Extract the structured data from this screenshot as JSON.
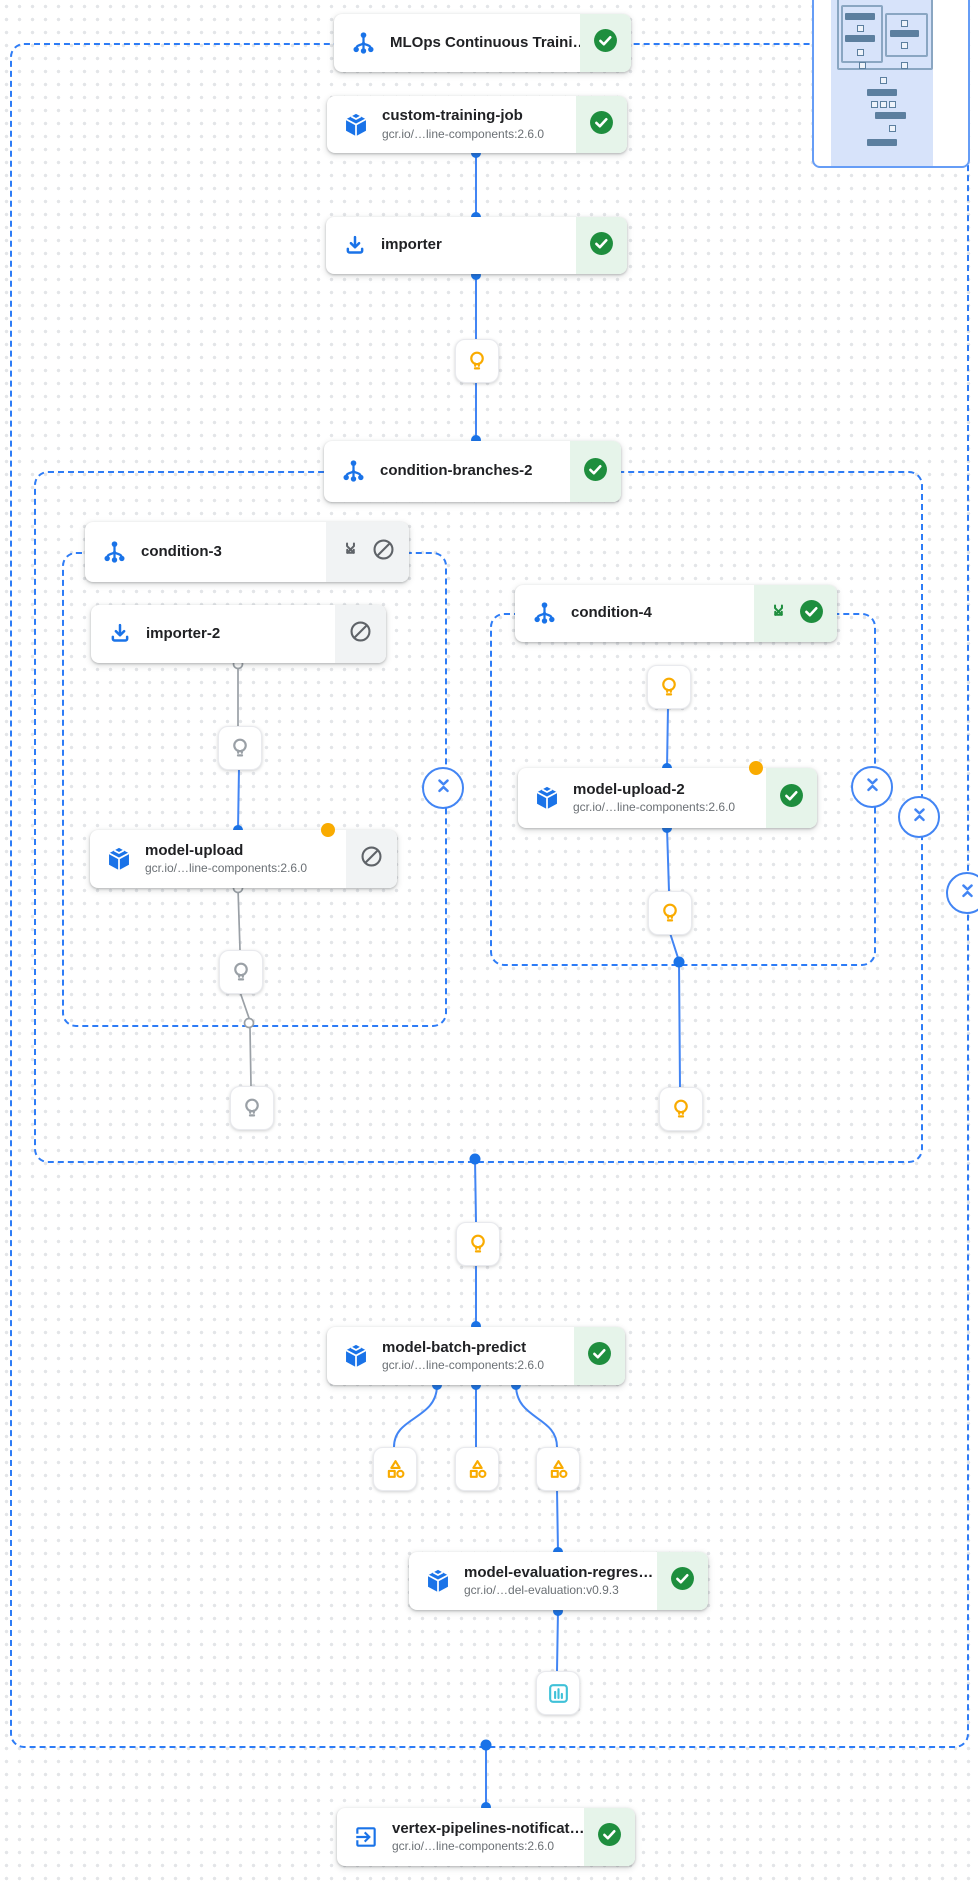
{
  "pipeline": {
    "nodes": [
      {
        "id": "mlops-root",
        "title": "MLOps Continuous Traini…",
        "status": "succeeded",
        "icon": "condition-tree-icon"
      },
      {
        "id": "custom-training-job",
        "title": "custom-training-job",
        "subtitle": "gcr.io/…line-components:2.6.0",
        "status": "succeeded",
        "icon": "cube-icon"
      },
      {
        "id": "importer",
        "title": "importer",
        "status": "succeeded",
        "icon": "download-icon"
      },
      {
        "id": "condition-branches-2",
        "title": "condition-branches-2",
        "status": "succeeded",
        "icon": "condition-tree-icon"
      },
      {
        "id": "condition-3",
        "title": "condition-3",
        "status": "skipped",
        "icon": "condition-tree-icon",
        "status_icons": [
          "fork-icon",
          "blocked-icon"
        ]
      },
      {
        "id": "importer-2",
        "title": "importer-2",
        "status": "skipped",
        "icon": "download-icon",
        "status_icons": [
          "blocked-icon"
        ]
      },
      {
        "id": "model-upload",
        "title": "model-upload",
        "subtitle": "gcr.io/…line-components:2.6.0",
        "status": "skipped",
        "icon": "cube-icon",
        "status_icons": [
          "blocked-icon"
        ],
        "badge": "orange-dot"
      },
      {
        "id": "condition-4",
        "title": "condition-4",
        "status": "succeeded",
        "icon": "condition-tree-icon",
        "status_icons": [
          "fork-icon",
          "check-icon"
        ]
      },
      {
        "id": "model-upload-2",
        "title": "model-upload-2",
        "subtitle": "gcr.io/…line-components:2.6.0",
        "status": "succeeded",
        "icon": "cube-icon",
        "badge": "orange-dot"
      },
      {
        "id": "model-batch-predict",
        "title": "model-batch-predict",
        "subtitle": "gcr.io/…line-components:2.6.0",
        "status": "succeeded",
        "icon": "cube-icon"
      },
      {
        "id": "model-evaluation-regression",
        "title": "model-evaluation-regres…",
        "subtitle": "gcr.io/…del-evaluation:v0.9.3",
        "status": "succeeded",
        "icon": "cube-icon"
      },
      {
        "id": "vertex-pipelines-notification",
        "title": "vertex-pipelines-notificat…",
        "subtitle": "gcr.io/…line-components:2.6.0",
        "status": "succeeded",
        "icon": "exit-to-app-icon"
      }
    ],
    "artifacts": [
      {
        "id": "artifact-1",
        "icon": "lightbulb-icon",
        "state": "executed",
        "color": "#f9ab00"
      },
      {
        "id": "artifact-2",
        "icon": "lightbulb-icon",
        "state": "skipped",
        "color": "#9aa0a6"
      },
      {
        "id": "artifact-3",
        "icon": "lightbulb-icon",
        "state": "skipped",
        "color": "#9aa0a6"
      },
      {
        "id": "artifact-4",
        "icon": "lightbulb-icon",
        "state": "skipped",
        "color": "#9aa0a6"
      },
      {
        "id": "artifact-5",
        "icon": "lightbulb-icon",
        "state": "executed",
        "color": "#f9ab00"
      },
      {
        "id": "artifact-6",
        "icon": "lightbulb-icon",
        "state": "executed",
        "color": "#f9ab00"
      },
      {
        "id": "artifact-7",
        "icon": "lightbulb-icon",
        "state": "executed",
        "color": "#f9ab00"
      },
      {
        "id": "artifact-8",
        "icon": "lightbulb-icon",
        "state": "executed",
        "color": "#f9ab00"
      },
      {
        "id": "metrics-artifact-1",
        "icon": "metrics-shapes-icon",
        "state": "executed",
        "color": "#f9ab00"
      },
      {
        "id": "metrics-artifact-2",
        "icon": "metrics-shapes-icon",
        "state": "executed",
        "color": "#f9ab00"
      },
      {
        "id": "metrics-artifact-3",
        "icon": "metrics-shapes-icon",
        "state": "executed",
        "color": "#f9ab00"
      },
      {
        "id": "visualization-artifact",
        "icon": "bar-chart-icon",
        "state": "executed",
        "color": "#3fc1d8"
      }
    ],
    "groups": [
      "mlops-root-boundary",
      "condition-branches-2-boundary",
      "condition-3-boundary",
      "condition-4-boundary"
    ],
    "collapse_buttons": 4
  },
  "colors": {
    "accent_blue": "#1a73e8",
    "edge_blue": "#4285f4",
    "dashed_border_blue": "#2e7cf6",
    "success_green": "#1e8e3e",
    "success_bg": "#e6f4ea",
    "skipped_bg": "#f1f3f4",
    "skipped_gray": "#5f6368",
    "artifact_yellow": "#f9ab00",
    "artifact_gray": "#9aa0a6",
    "metrics_teal": "#3fc1d8",
    "badge_orange": "#f9ab00",
    "title_text": "#202124",
    "subtitle_text": "#6b7075"
  }
}
